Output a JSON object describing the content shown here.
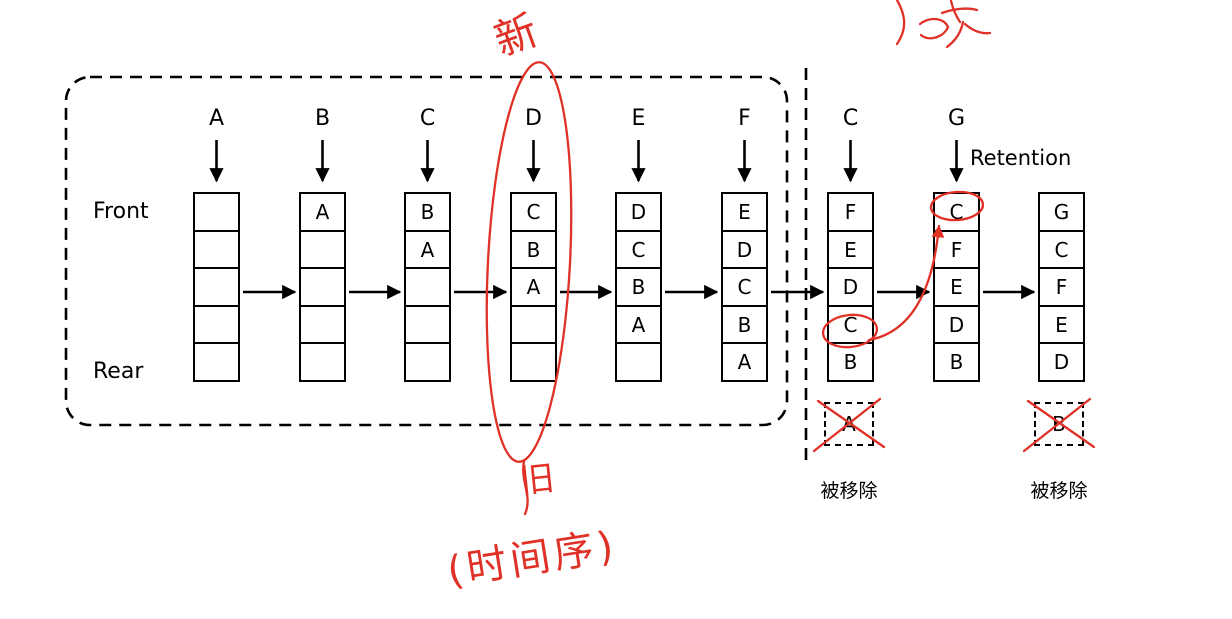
{
  "diagram": {
    "front_label": "Front",
    "rear_label": "Rear",
    "retention_label": "Retention",
    "queues": [
      {
        "insert_label": "A",
        "cells": [
          "",
          "",
          "",
          "",
          ""
        ]
      },
      {
        "insert_label": "B",
        "cells": [
          "A",
          "",
          "",
          "",
          ""
        ]
      },
      {
        "insert_label": "C",
        "cells": [
          "B",
          "A",
          "",
          "",
          ""
        ]
      },
      {
        "insert_label": "D",
        "cells": [
          "C",
          "B",
          "A",
          "",
          ""
        ]
      },
      {
        "insert_label": "E",
        "cells": [
          "D",
          "C",
          "B",
          "A",
          ""
        ]
      },
      {
        "insert_label": "F",
        "cells": [
          "E",
          "D",
          "C",
          "B",
          "A"
        ]
      },
      {
        "insert_label": "C",
        "cells": [
          "F",
          "E",
          "D",
          "C",
          "B"
        ]
      },
      {
        "insert_label": "G",
        "cells": [
          "C",
          "F",
          "E",
          "D",
          "B"
        ]
      },
      {
        "insert_label": "",
        "cells": [
          "G",
          "C",
          "F",
          "E",
          "D"
        ]
      }
    ],
    "removed": [
      {
        "letter": "A",
        "label": "被移除"
      },
      {
        "letter": "B",
        "label": "被移除"
      }
    ],
    "annotations": {
      "new_mark": "新",
      "old_mark": "旧",
      "time_order_mark": "(时间序)"
    },
    "colors": {
      "ink": "#000000",
      "annotation_red": "#e03127"
    }
  }
}
